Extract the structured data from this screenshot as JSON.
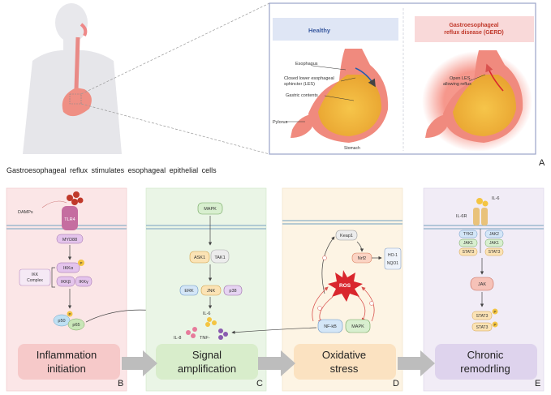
{
  "panel_a": {
    "healthy_title": "Healthy",
    "gerd_title_line1": "Gastroesophageal",
    "gerd_title_line2": "reflux disease (GERD)",
    "esophagus": "Esophagus",
    "les_line1": "Closed lower esophageal",
    "les_line2": "sphincter (LES)",
    "gastric_contents": "Gastric contents",
    "pylorus": "Pylorus",
    "stomach": "Stomach",
    "open_les_line1": "Open LES,",
    "open_les_line2": "allowing reflux",
    "caption": "Gastroesophageal reflux stimulates esophageal epithelial cells",
    "label": "A"
  },
  "panel_b": {
    "damps": "DAMPs",
    "tlr4": "TLR4",
    "myd88": "MYD88",
    "ikk_complex_line1": "IKK",
    "ikk_complex_line2": "Complex",
    "ikka": "IKKα",
    "ikkb": "IKKβ",
    "ikkg": "IKKγ",
    "p50": "p50",
    "p65": "p65",
    "phos": "P",
    "stage_line1": "Inflammation",
    "stage_line2": "initiation",
    "label": "B"
  },
  "panel_c": {
    "mapk": "MAPK",
    "ask1": "ASK1",
    "tak1": "TAK1",
    "erk": "ERK",
    "jnk": "JNK",
    "p38": "p38",
    "il6": "IL-6",
    "il8": "IL-8",
    "tnf": "TNF-",
    "stage_line1": "Signal",
    "stage_line2": "amplification",
    "label": "C"
  },
  "panel_d": {
    "keap1": "Keap1",
    "nrf2": "Nrf2",
    "ho1": "HO-1",
    "nqo1": "NQO1",
    "ros": "ROS",
    "nfkb": "NF-kB",
    "mapk": "MAPK",
    "stage_line1": "Oxidative",
    "stage_line2": "stress",
    "label": "D"
  },
  "panel_e": {
    "il6": "IL-6",
    "il6r": "IL-6R",
    "tyk2": "TYK2",
    "jak1_left": "JAK1",
    "stat3_left": "STAT3",
    "jak2": "JAK2",
    "jak1_right": "JAK1",
    "stat3_right": "STAT3",
    "jak": "JAK",
    "stat3_a": "STAT3",
    "stat3_b": "STAT3",
    "phos": "P",
    "stage_line1": "Chronic",
    "stage_line2": "remodrling",
    "label": "E"
  },
  "colors": {
    "panel_b_bg": "#fbe6e7",
    "panel_c_bg": "#eaf5e6",
    "panel_d_bg": "#fdf4e4",
    "panel_e_bg": "#f1ecf6",
    "healthy_header": "#dfe6f5",
    "gerd_header": "#f9d9d9",
    "ros": "#d9262d"
  }
}
